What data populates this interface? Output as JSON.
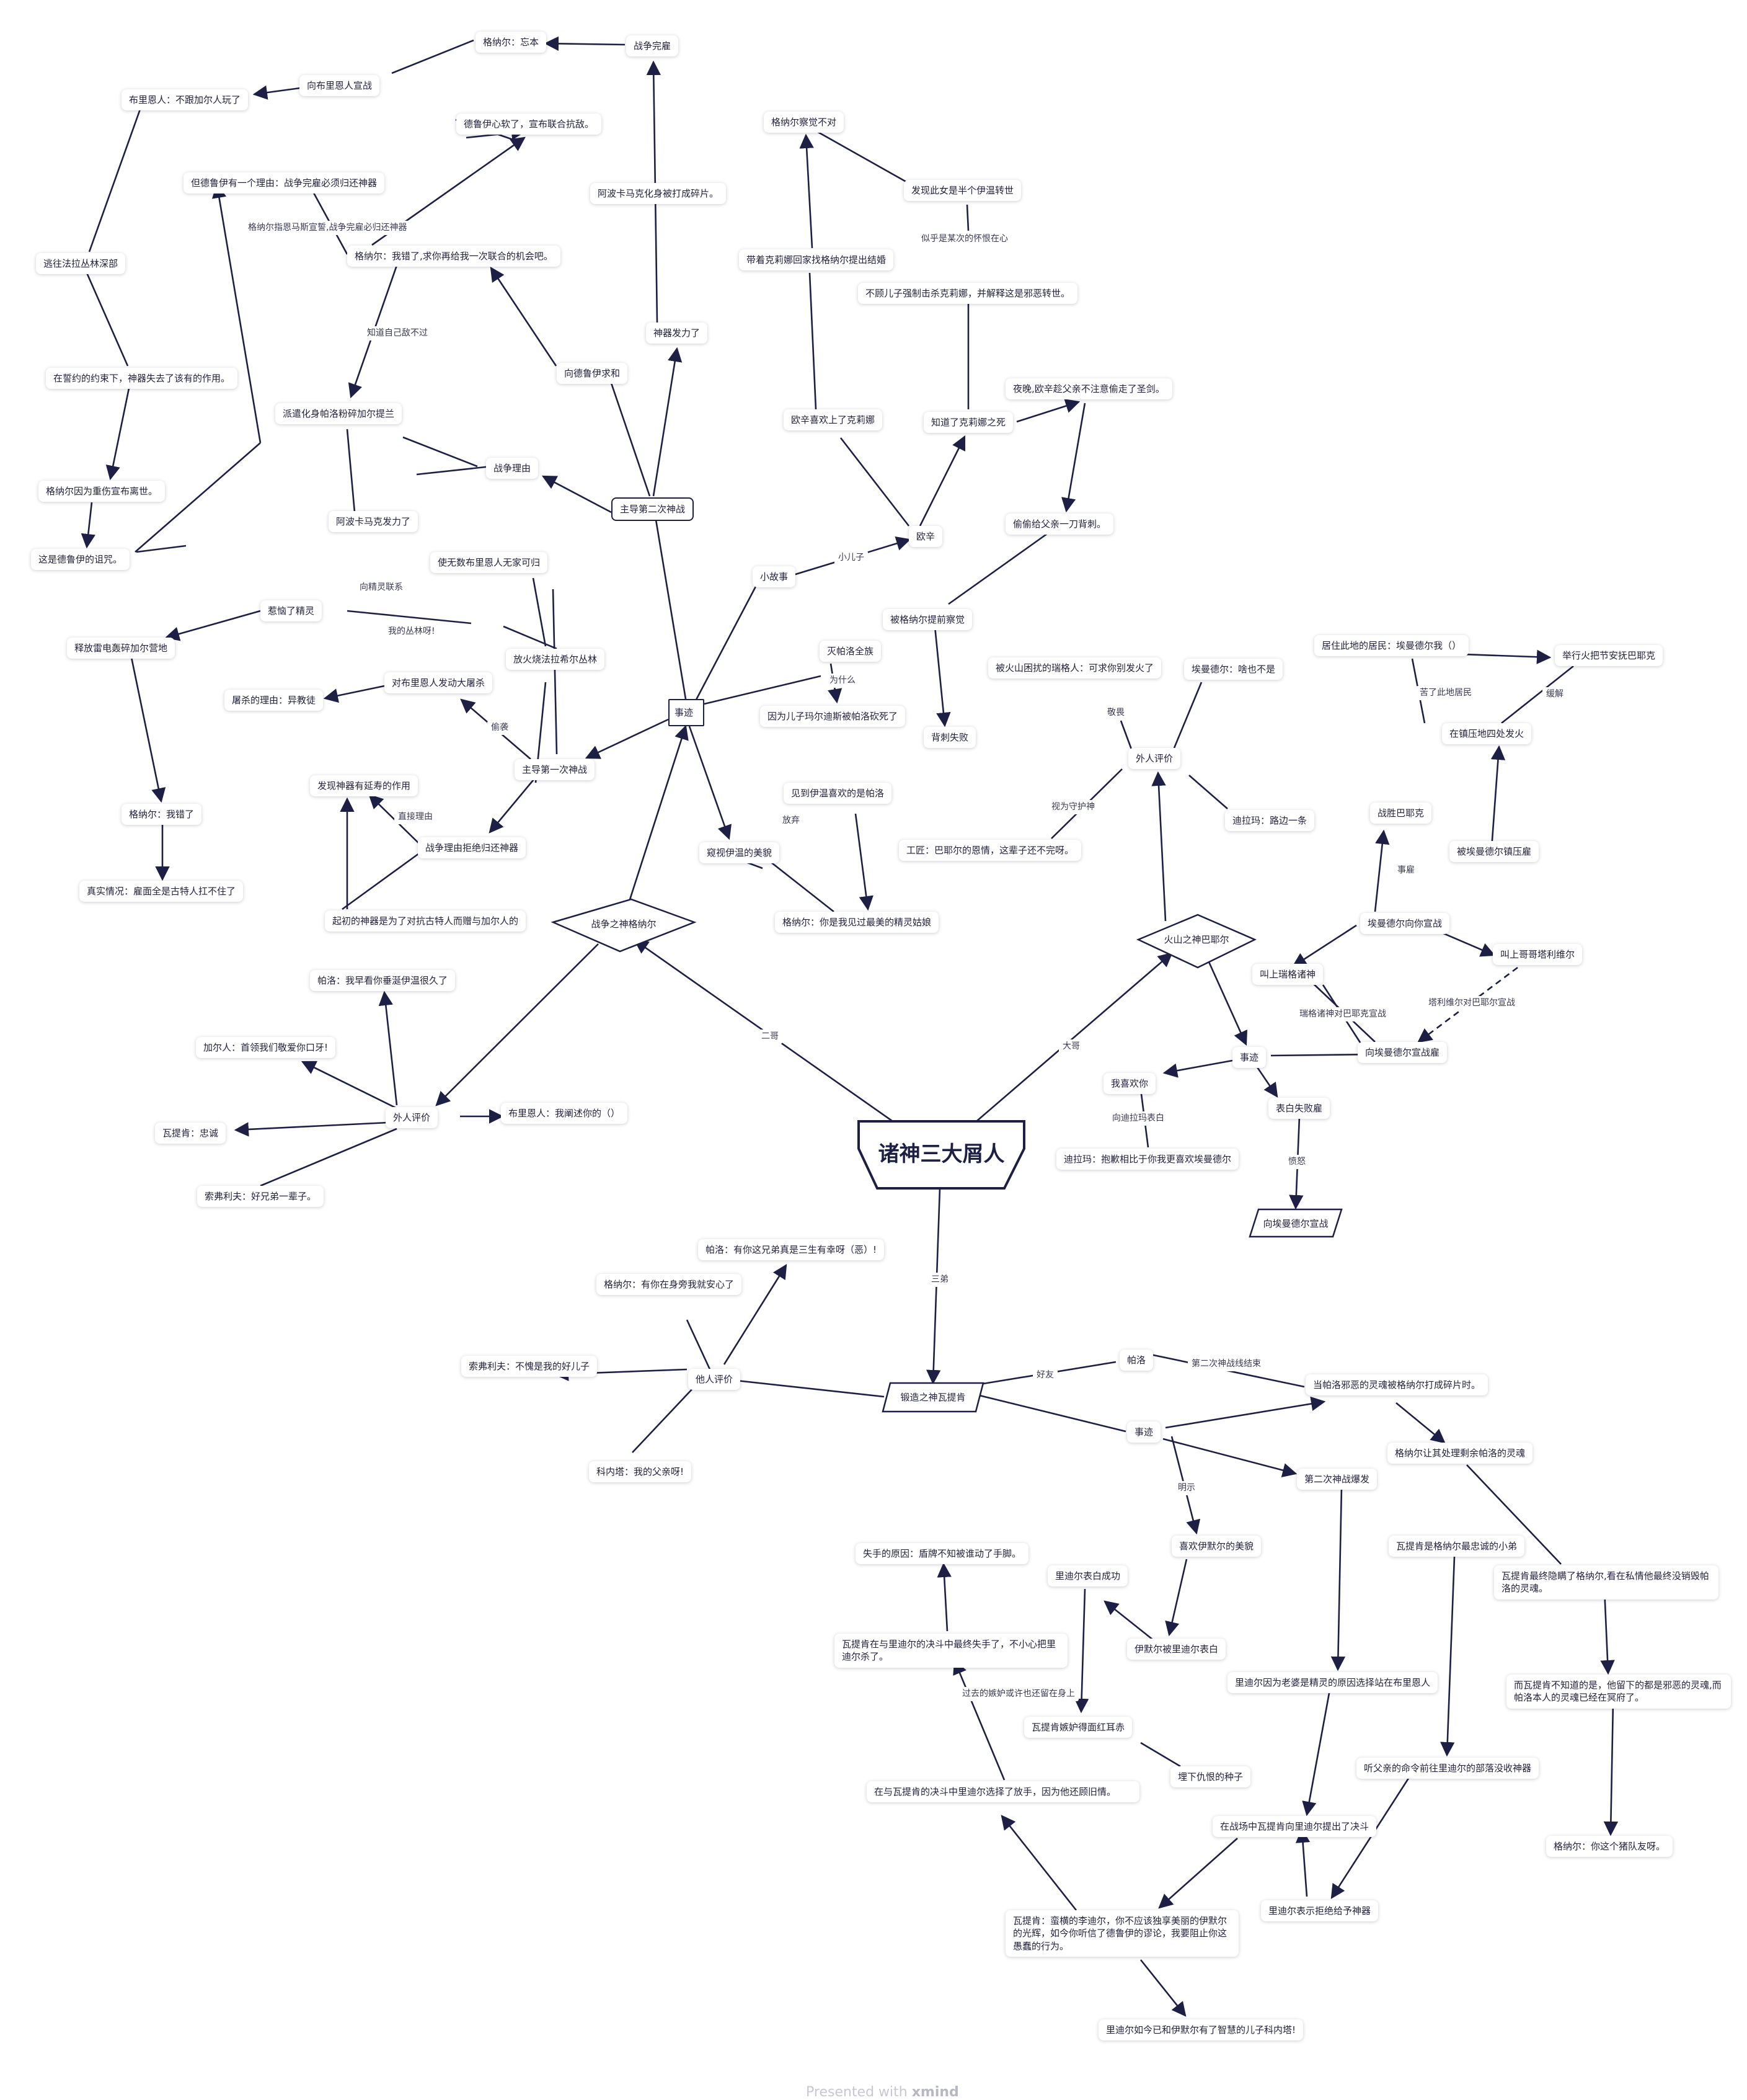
{
  "root": "诸神三大屑人",
  "branches": {
    "second": "二哥",
    "first": "大哥",
    "third": "三弟"
  },
  "gods": {
    "war": "战争之神格纳尔",
    "volcano": "火山之神巴耶尔",
    "forge": "锻造之神瓦提肯"
  },
  "war": {
    "deeds": "事迹",
    "eval": "外人评价",
    "lead2": "主导第二次神战",
    "lead1": "主导第一次神战",
    "reason": "战争理由",
    "seek_druid": "向德鲁伊求和",
    "artifact": "神器发力了",
    "abo_shatter": "阿波卡马克化身被打成碎片。",
    "war_end": "战争完雇",
    "forgot": "格纳尔：忘本",
    "declare_bri": "向布里恩人宣战",
    "bri_said": "布里恩人：不跟加尔人玩了",
    "flee": "逃往法拉丛林深部",
    "oath": "在誓约的约束下，神器失去了该有的作用。",
    "killed": "格纳尔因为重伤宣布离世。",
    "curse": "这是德鲁伊的诅咒。",
    "druid_soft": "德鲁伊心软了，宣布联合抗敌。",
    "druid_reason": "但德鲁伊有一个理由：战争完雇必须归还神器",
    "promise_label": "格纳尔指恩马斯宣誓,战争完雇必归还神器",
    "sorry": "格纳尔：我错了,求你再给我一次联合的机会吧。",
    "know_enemy": "知道自己敌不过",
    "send_avatar": "派遣化身帕洛粉碎加尔提兰",
    "abo_power": "阿波卡马克发力了",
    "small_story": "小故事",
    "son_label": "小儿子",
    "ouxin": "欧辛",
    "ouxin_love": "欧辛喜欢上了克莉娜",
    "knew_death": "知道了克莉娜之死",
    "gnar_notice": "格纳尔察觉不对",
    "bring_kelina": "带着克莉娜回家找格纳尔提出结婚",
    "found_half": "发现此女是半个伊温转世",
    "suspect_label": "似乎是某次的怀恨在心",
    "kill_kelina": "不顾儿子强制击杀克莉娜，并解释这是邪恶转世。",
    "night_steal": "夜晚,欧辛趁父亲不注意偷走了圣剑。",
    "stab_father": "偷偷给父亲一刀背刺。",
    "found_out": "被格纳尔提前察觉",
    "backstab_fail": "背刺失败",
    "destroy_palo": "灭帕洛全族",
    "why_label": "为什么",
    "because_son": "因为儿子玛尔迪斯被帕洛砍死了",
    "peek_beauty": "窥视伊温的美貌",
    "give_up_label": "放弃",
    "saw_palo": "见到伊温喜欢的是帕洛",
    "most_beautiful": "格纳尔：你是我见过最美的精灵姑娘",
    "make_countless": "使无数布里恩人无家可归",
    "to_elf_label": "向精灵联系",
    "anger_elf": "惹恼了精灵",
    "my_forest_label": "我的丛林呀!",
    "burn_forest": "放火烧法拉希尔丛林",
    "thunder": "释放雷电轰碎加尔营地",
    "gnar_wrong": "格纳尔：我错了",
    "truth": "真实情况：雇面全是古特人扛不住了",
    "massacre": "对布里恩人发动大屠杀",
    "sneak_label": "偷袭",
    "slaughter_reason": "屠杀的理由：异教徒",
    "found_life": "发现神器有延寿的作用",
    "direct_label": "直接理由",
    "refuse_return": "战争理由拒绝归还神器",
    "original_artifact": "起初的神器是为了对抗古特人而赠与加尔人的",
    "palo_said": "帕洛：我早看你垂涎伊温很久了",
    "garl_said": "加尔人：首领我们敬爱你口牙!",
    "vatik_loyal": "瓦提肯：忠诚",
    "sofus_good": "索弗利夫：好兄弟一辈子。",
    "bri_despise": "布里恩人：我阐述你的（）"
  },
  "volcano": {
    "eval": "外人评价",
    "deeds": "事迹",
    "resident": "被火山困扰的瑞格人：可求你别发火了",
    "respect_label": "敬畏",
    "eyemander": "埃曼德尔：啥也不是",
    "protector_label": "视为守护神",
    "gongjiang": "工匠：巴耶尔的恩情，这辈子还不完呀。",
    "dilamma": "迪拉玛：路边一条",
    "live_residents": "居住此地的居民：埃曼德尔我（）",
    "torch": "举行火把节安抚巴耶克",
    "suffer_label": "苦了此地居民",
    "ease_label": "缓解",
    "town_fire": "在镇压地四处发火",
    "defeat_bay": "战胜巴耶克",
    "suppressed": "被埃曼德尔镇压雇",
    "matter_label": "事雇",
    "eye_declare": "埃曼德尔向你宣战",
    "call_ruige": "叫上瑞格诸神",
    "call_brother": "叫上哥哥塔利维尔",
    "ruige_declare_label": "瑞格诸神对巴耶克宣战",
    "tali_declare_label": "塔利维尔对巴耶尔宣战",
    "declare_eye": "向埃曼德尔宣战雇",
    "ilikeyou": "我喜欢你",
    "to_dila_label": "向迪拉玛表白",
    "confess_fail": "表白失败雇",
    "dila_reply": "迪拉玛：抱歉相比于你我更喜欢埃曼德尔",
    "rage_label": "愤怒",
    "declare_eye2": "向埃曼德尔宣战"
  },
  "forge": {
    "eval": "他人评价",
    "deeds": "事迹",
    "friend_label": "好友",
    "palo": "帕洛",
    "palo_said": "帕洛：有你这兄弟真是三生有幸呀（恶）!",
    "gnar_said": "格纳尔：有你在身旁我就安心了",
    "sofus_said": "索弗利夫：不愧是我的好儿子",
    "kenata": "科内塔：我的父亲呀!",
    "war2_end_label": "第二次神战线结束",
    "palo_soul": "当帕洛邪恶的灵魂被格纳尔打成碎片时。",
    "gnar_handle": "格纳尔让其处理剩余帕洛的灵魂",
    "vatik_hide": "瓦提肯最终隐瞒了格纳尔,看在私情他最终没销毁帕洛的灵魂。",
    "vatik_unknown": "而瓦提肯不知道的是，他留下的都是邪恶的灵魂,而帕洛本人的灵魂已经在冥府了。",
    "gnar_pig": "格纳尔：你这个猪队友呀。",
    "war2_outbreak": "第二次神战爆发",
    "loyal_brother": "瓦提肯是格纳尔最忠诚的小弟",
    "order_label": "听父亲的命令前往里迪尔的部落没收神器",
    "lidier_refuse": "里迪尔表示拒绝给予神器",
    "duel": "在战场中瓦提肯向里迪尔提出了决斗",
    "lidier_reason": "里迪尔因为老婆是精灵的原因选择站在布里恩人",
    "ming_label": "明示",
    "like_beauty": "喜欢伊默尔的美貌",
    "imo_confess": "伊默尔被里迪尔表白",
    "lidier_success": "里迪尔表白成功",
    "jealous": "瓦提肯嫉妒得面红耳赤",
    "past_label": "过去的嫉妒或许也还留在身上",
    "hate_seed": "埋下仇恨的种子",
    "fail_reason": "失手的原因：盾牌不知被谁动了手脚。",
    "killed_lidier": "瓦提肯在与里迪尔的决斗中最终失手了，不小心把里迪尔杀了。",
    "let_go": "在与瓦提肯的决斗中里迪尔选择了放手，因为他还顾旧情。",
    "vatik_speech": "瓦提肯：蛮横的李迪尔，你不应该独享美丽的伊默尔的光辉，如今你听信了德鲁伊的谬论，我要阻止你这愚蠢的行为。",
    "son_kenata": "里迪尔如今已和伊默尔有了智慧的儿子科内塔!"
  },
  "footer": {
    "prefix": "Presented with",
    "brand": "xmind"
  }
}
